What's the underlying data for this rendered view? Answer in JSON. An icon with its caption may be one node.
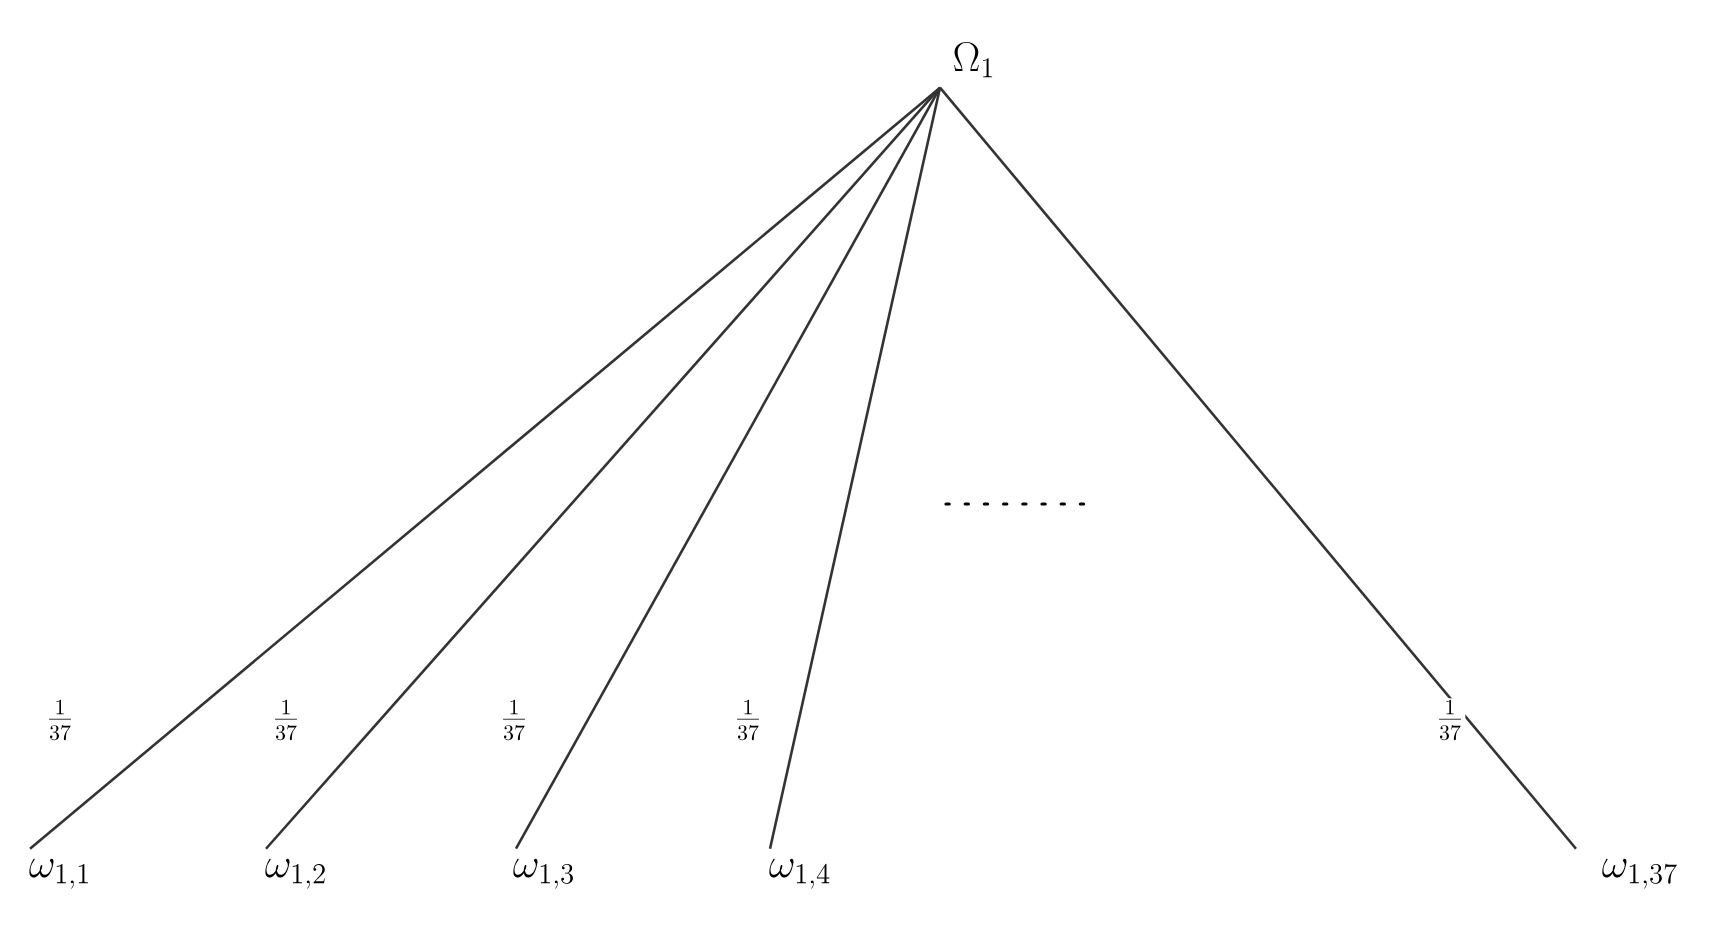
{
  "diagram": {
    "nodes": [
      {
        "text": [
          "\\Omega_1"
        ]
      },
      {
        "text": [
          "\\omega_{1,1}"
        ]
      },
      {
        "text": [
          "\\omega_{1,2}"
        ]
      },
      {
        "text": [
          "\\omega_{1,3}"
        ]
      },
      {
        "text": [
          "\\omega_{1,4}"
        ]
      },
      {
        "text": [
          "\\omega_{1,37}"
        ]
      }
    ],
    "edges": [
      {
        "from": 0,
        "to": 1,
        "arrow": "none",
        "label": "\\frac{1}{37}"
      },
      {
        "from": 0,
        "to": 2,
        "arrow": "none",
        "label": "\\frac{1}{37}"
      },
      {
        "from": 0,
        "to": 3,
        "arrow": "none",
        "label": "\\frac{1}{37}"
      },
      {
        "from": 0,
        "to": 4,
        "arrow": "none",
        "label": "\\frac{1}{37}"
      },
      {
        "from": 0,
        "to": 5,
        "arrow": "none",
        "label": "\\frac{1}{37}"
      }
    ]
  }
}
